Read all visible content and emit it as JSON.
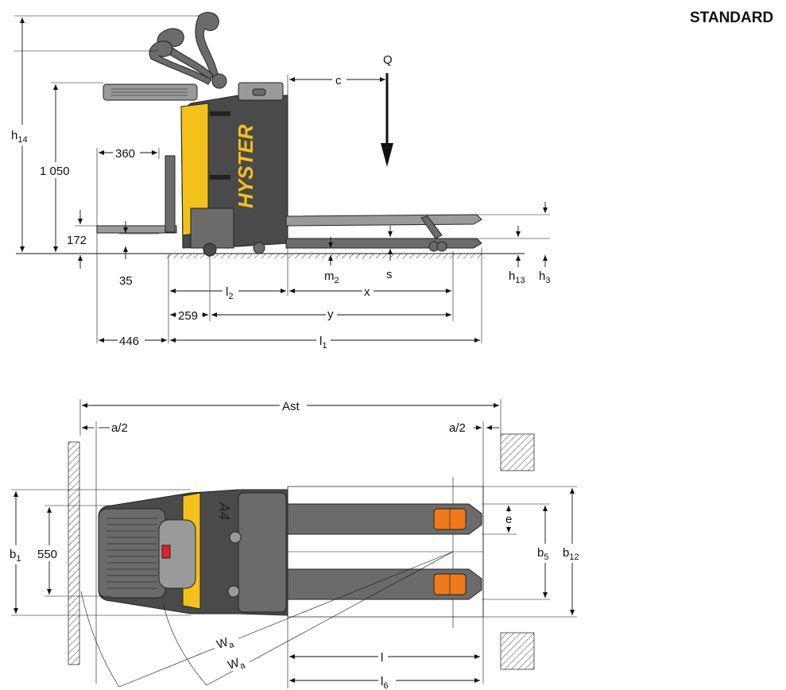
{
  "header": {
    "badge": "STANDARD"
  },
  "brand": {
    "logo_text": "HYSTER",
    "top_view_label": "A4"
  },
  "side_view": {
    "load_symbol": "Q",
    "dims": {
      "h14": "h",
      "h14_sub": "14",
      "h_1050": "1 050",
      "d_360": "360",
      "d_172": "172",
      "d_35": "35",
      "c": "c",
      "m2": "m",
      "m2_sub": "2",
      "s": "s",
      "h13": "h",
      "h13_sub": "13",
      "h3": "h",
      "h3_sub": "3",
      "l2": "l",
      "l2_sub": "2",
      "x": "x",
      "d_259": "259",
      "y": "y",
      "d_446": "446",
      "l1": "l",
      "l1_sub": "1"
    }
  },
  "top_view": {
    "dims": {
      "ast": "Ast",
      "a2_left": "a/2",
      "a2_right": "a/2",
      "b1": "b",
      "b1_sub": "1",
      "d_550": "550",
      "e": "e",
      "b5": "b",
      "b5_sub": "5",
      "b12": "b",
      "b12_sub": "12",
      "wa1": "W",
      "wa1_sub": "a",
      "wa2": "W",
      "wa2_sub": "a",
      "l": "l",
      "l6": "l",
      "l6_sub": "6"
    }
  },
  "colors": {
    "chassis_yellow": "#f2c21a",
    "roller_orange": "#f07a1a",
    "button_red": "#e0202a"
  }
}
